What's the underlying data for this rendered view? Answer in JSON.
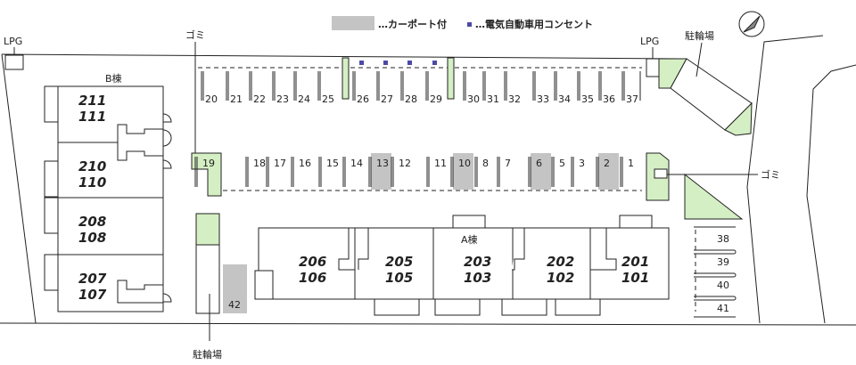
{
  "legend": {
    "carport_label": "…カーポート付",
    "ev_outlet_label": "…電気自動車用コンセント",
    "carport_color": "#c4c4c4",
    "ev_color": "#4a4aa8"
  },
  "labels": {
    "lpg_left": "LPG",
    "lpg_right": "LPG",
    "garbage_top": "ゴミ",
    "garbage_right": "ゴミ",
    "bike_parking_top": "駐輪場",
    "bike_parking_bottom": "駐輪場",
    "building_b": "B棟",
    "building_a": "A棟"
  },
  "building_b_units": [
    {
      "upper": "211",
      "lower": "111"
    },
    {
      "upper": "210",
      "lower": "110"
    },
    {
      "upper": "208",
      "lower": "108"
    },
    {
      "upper": "207",
      "lower": "107"
    }
  ],
  "building_a_units": [
    {
      "upper": "206",
      "lower": "106"
    },
    {
      "upper": "205",
      "lower": "105"
    },
    {
      "upper": "203",
      "lower": "103"
    },
    {
      "upper": "202",
      "lower": "102"
    },
    {
      "upper": "201",
      "lower": "101"
    }
  ],
  "parking_top_row": [
    "20",
    "21",
    "22",
    "23",
    "24",
    "25",
    "26",
    "27",
    "28",
    "29",
    "30",
    "31",
    "32",
    "33",
    "34",
    "35",
    "36",
    "37"
  ],
  "parking_middle_row": [
    "19",
    "18",
    "17",
    "16",
    "15",
    "14",
    "13",
    "12",
    "11",
    "10",
    "8",
    "7",
    "6",
    "5",
    "3",
    "2",
    "1"
  ],
  "parking_right_column": [
    "38",
    "39",
    "40",
    "41"
  ],
  "parking_extra": "42",
  "carport_spaces": [
    "13",
    "10",
    "6",
    "2",
    "42"
  ],
  "ev_outlet_spaces": [
    "26",
    "27",
    "28",
    "29"
  ]
}
